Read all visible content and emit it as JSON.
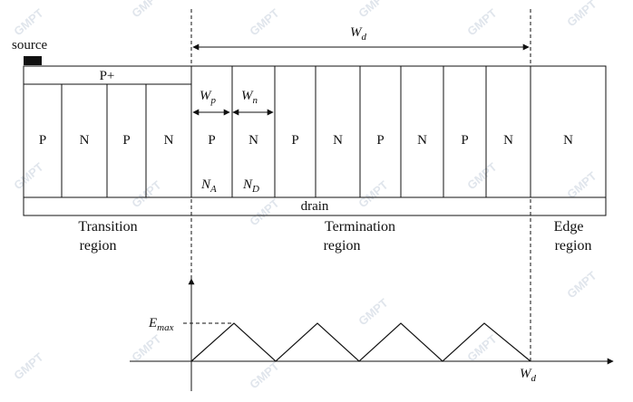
{
  "labels": {
    "source": "source",
    "p_plus": "P+",
    "drain": "drain",
    "wd_top": "W",
    "wd_top_sub": "d",
    "wp": "W",
    "wp_sub": "p",
    "wn": "W",
    "wn_sub": "n",
    "na": "N",
    "na_sub": "A",
    "nd": "N",
    "nd_sub": "D",
    "emax": "E",
    "emax_sub": "max",
    "wd_axis": "W",
    "wd_axis_sub": "d"
  },
  "regions": {
    "transition_line1": "Transition",
    "transition_line2": "region",
    "termination_line1": "Termination",
    "termination_line2": "region",
    "edge_line1": "Edge",
    "edge_line2": "region"
  },
  "pillars": [
    "P",
    "N",
    "P",
    "N",
    "P",
    "N",
    "P",
    "N",
    "P",
    "N",
    "P",
    "N",
    "N"
  ],
  "watermark": "GMPT"
}
